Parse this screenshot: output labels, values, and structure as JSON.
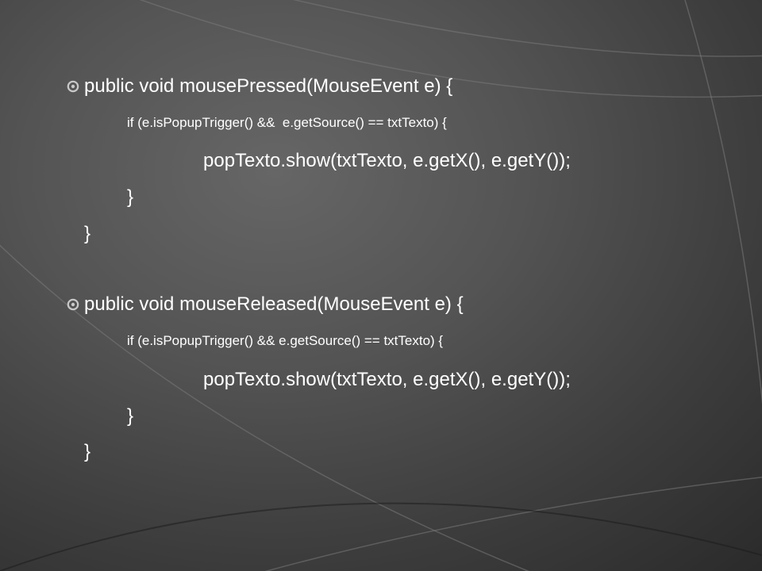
{
  "colors": {
    "background": "#262626",
    "text": "#ffffff",
    "bullet": "#c9c9c9"
  },
  "icons": {
    "bullet": "target-ring-bullet-icon"
  },
  "code": {
    "block1": {
      "signature": "public void mousePressed(MouseEvent e) {",
      "if_line": "if (e.isPopupTrigger() &&  e.getSource() == txtTexto) {",
      "show_line": "popTexto.show(txtTexto, e.getX(), e.getY());",
      "inner_close": "}",
      "outer_close": "}"
    },
    "block2": {
      "signature": "public void mouseReleased(MouseEvent e) {",
      "if_line": "if (e.isPopupTrigger() && e.getSource() == txtTexto) {",
      "show_line": "popTexto.show(txtTexto, e.getX(), e.getY());",
      "inner_close": "}",
      "outer_close": "}"
    }
  }
}
